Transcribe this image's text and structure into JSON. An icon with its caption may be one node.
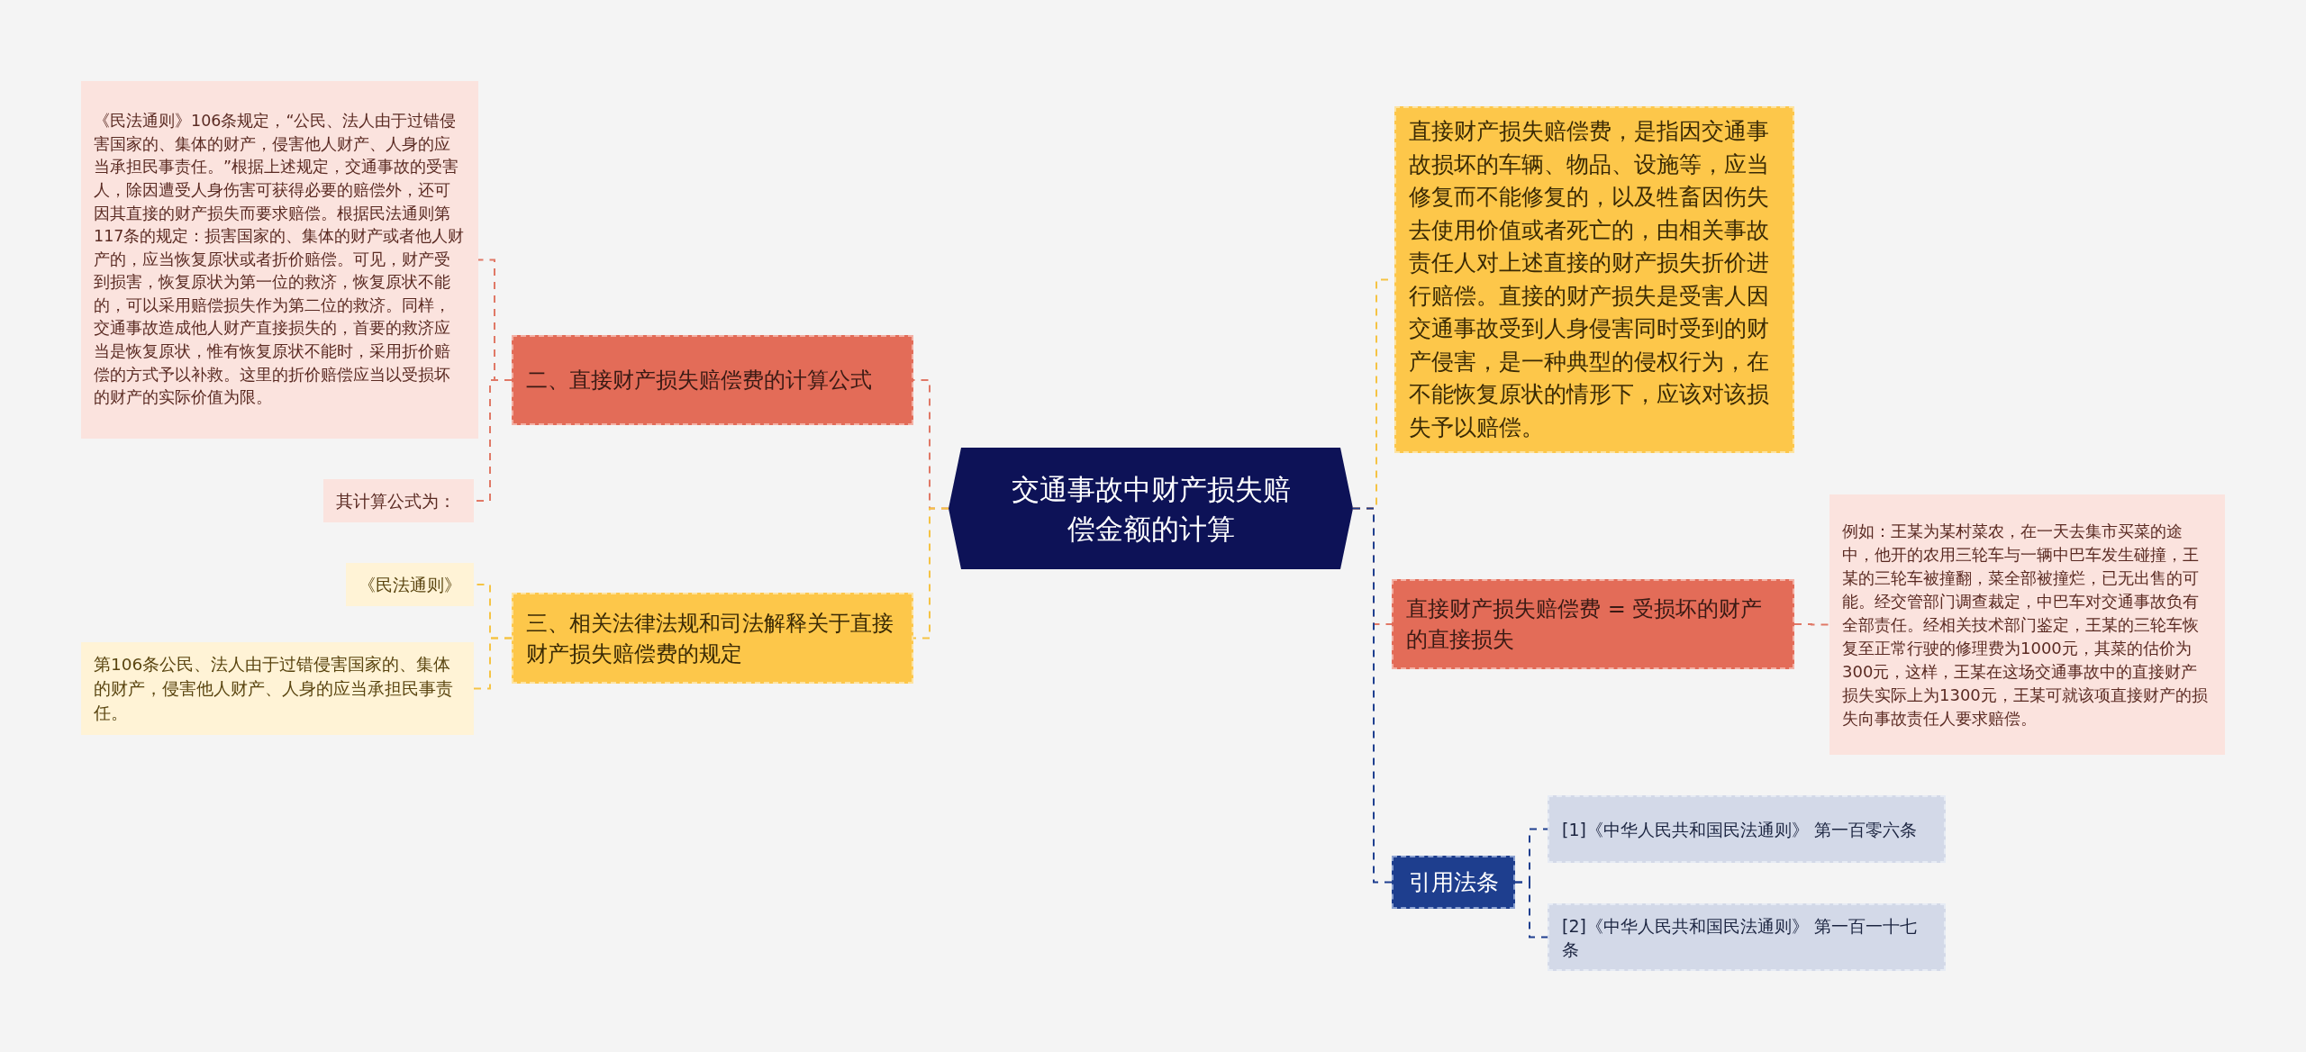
{
  "diagram": {
    "nodes": [
      {
        "text": [
          "交通事故中财产损失赔偿金额的计算"
        ]
      },
      {
        "text": [
          "二、直接财产损失赔偿费的计算公式"
        ]
      },
      {
        "text": [
          "《民法通则》106条规定，“公民、法人由于过错侵害国家的、集体的财产，侵害他人财产、人身的应当承担民事责任。”根据上述规定，交通事故的受害人，除因遭受人身伤害可获得必要的赔偿外，还可因其直接的财产损失而要求赔偿。根据民法通则第117条的规定：损害国家的、集体的财产或者他人财产的，应当恢复原状或者折价赔偿。可见，财产受到损害，恢复原状为第一位的救济，恢复原状不能的，可以采用赔偿损失作为第二位的救济。同样，交通事故造成他人财产直接损失的，首要的救济应当是恢复原状，惟有恢复原状不能时，采用折价赔偿的方式予以补救。这里的折价赔偿应当以受损坏的财产的实际价值为限。"
        ]
      },
      {
        "text": [
          "其计算公式为："
        ]
      },
      {
        "text": [
          "三、相关法律法规和司法解释关于直接财产损失赔偿费的规定"
        ]
      },
      {
        "text": [
          "《民法通则》"
        ]
      },
      {
        "text": [
          "第106条公民、法人由于过错侵害国家的、集体的财产，侵害他人财产、人身的应当承担民事责任。"
        ]
      },
      {
        "text": [
          "直接财产损失赔偿费，是指因交通事故损坏的车辆、物品、设施等，应当修复而不能修复的，以及牲畜因伤失去使用价值或者死亡的，由相关事故责任人对上述直接的财产损失折价进行赔偿。直接的财产损失是受害人因交通事故受到人身侵害同时受到的财产侵害，是一种典型的侵权行为，在不能恢复原状的情形下，应该对该损失予以赔偿。"
        ]
      },
      {
        "text": [
          "直接财产损失赔偿费 = 受损坏的财产的直接损失"
        ]
      },
      {
        "text": [
          "例如：王某为某村菜农，在一天去集市买菜的途中，他开的农用三轮车与一辆中巴车发生碰撞，王某的三轮车被撞翻，菜全部被撞烂，已无出售的可能。经交管部门调查裁定，中巴车对交通事故负有全部责任。经相关技术部门鉴定，王某的三轮车恢复至正常行驶的修理费为1000元，其菜的估价为300元，这样，王某在这场交通事故中的直接财产损失实际上为1300元，王某可就该项直接财产的损失向事故责任人要求赔偿。"
        ]
      },
      {
        "text": [
          "引用法条"
        ]
      },
      {
        "text": [
          "[1]《中华人民共和国民法通则》 第一百零六条"
        ]
      },
      {
        "text": [
          "[2]《中华人民共和国民法通则》 第一百一十七条"
        ]
      }
    ],
    "edges": [
      {
        "from": 0,
        "to": 1,
        "arrow": "none",
        "style": "dashed",
        "color": "#e07866"
      },
      {
        "from": 1,
        "to": 2,
        "arrow": "none",
        "style": "dashed",
        "color": "#e07866"
      },
      {
        "from": 1,
        "to": 3,
        "arrow": "none",
        "style": "dashed",
        "color": "#e07866"
      },
      {
        "from": 0,
        "to": 4,
        "arrow": "none",
        "style": "dashed",
        "color": "#f5c344"
      },
      {
        "from": 4,
        "to": 5,
        "arrow": "none",
        "style": "dashed",
        "color": "#f5c344"
      },
      {
        "from": 4,
        "to": 6,
        "arrow": "none",
        "style": "dashed",
        "color": "#f5c344"
      },
      {
        "from": 0,
        "to": 7,
        "arrow": "none",
        "style": "dashed",
        "color": "#f5c344"
      },
      {
        "from": 0,
        "to": 8,
        "arrow": "none",
        "style": "dashed",
        "color": "#e07866"
      },
      {
        "from": 8,
        "to": 9,
        "arrow": "none",
        "style": "dashed",
        "color": "#e07866"
      },
      {
        "from": 0,
        "to": 10,
        "arrow": "none",
        "style": "dashed",
        "color": "#1f3f8f"
      },
      {
        "from": 10,
        "to": 11,
        "arrow": "none",
        "style": "dashed",
        "color": "#1f3f8f"
      },
      {
        "from": 10,
        "to": 12,
        "arrow": "none",
        "style": "dashed",
        "color": "#1f3f8f"
      }
    ]
  }
}
